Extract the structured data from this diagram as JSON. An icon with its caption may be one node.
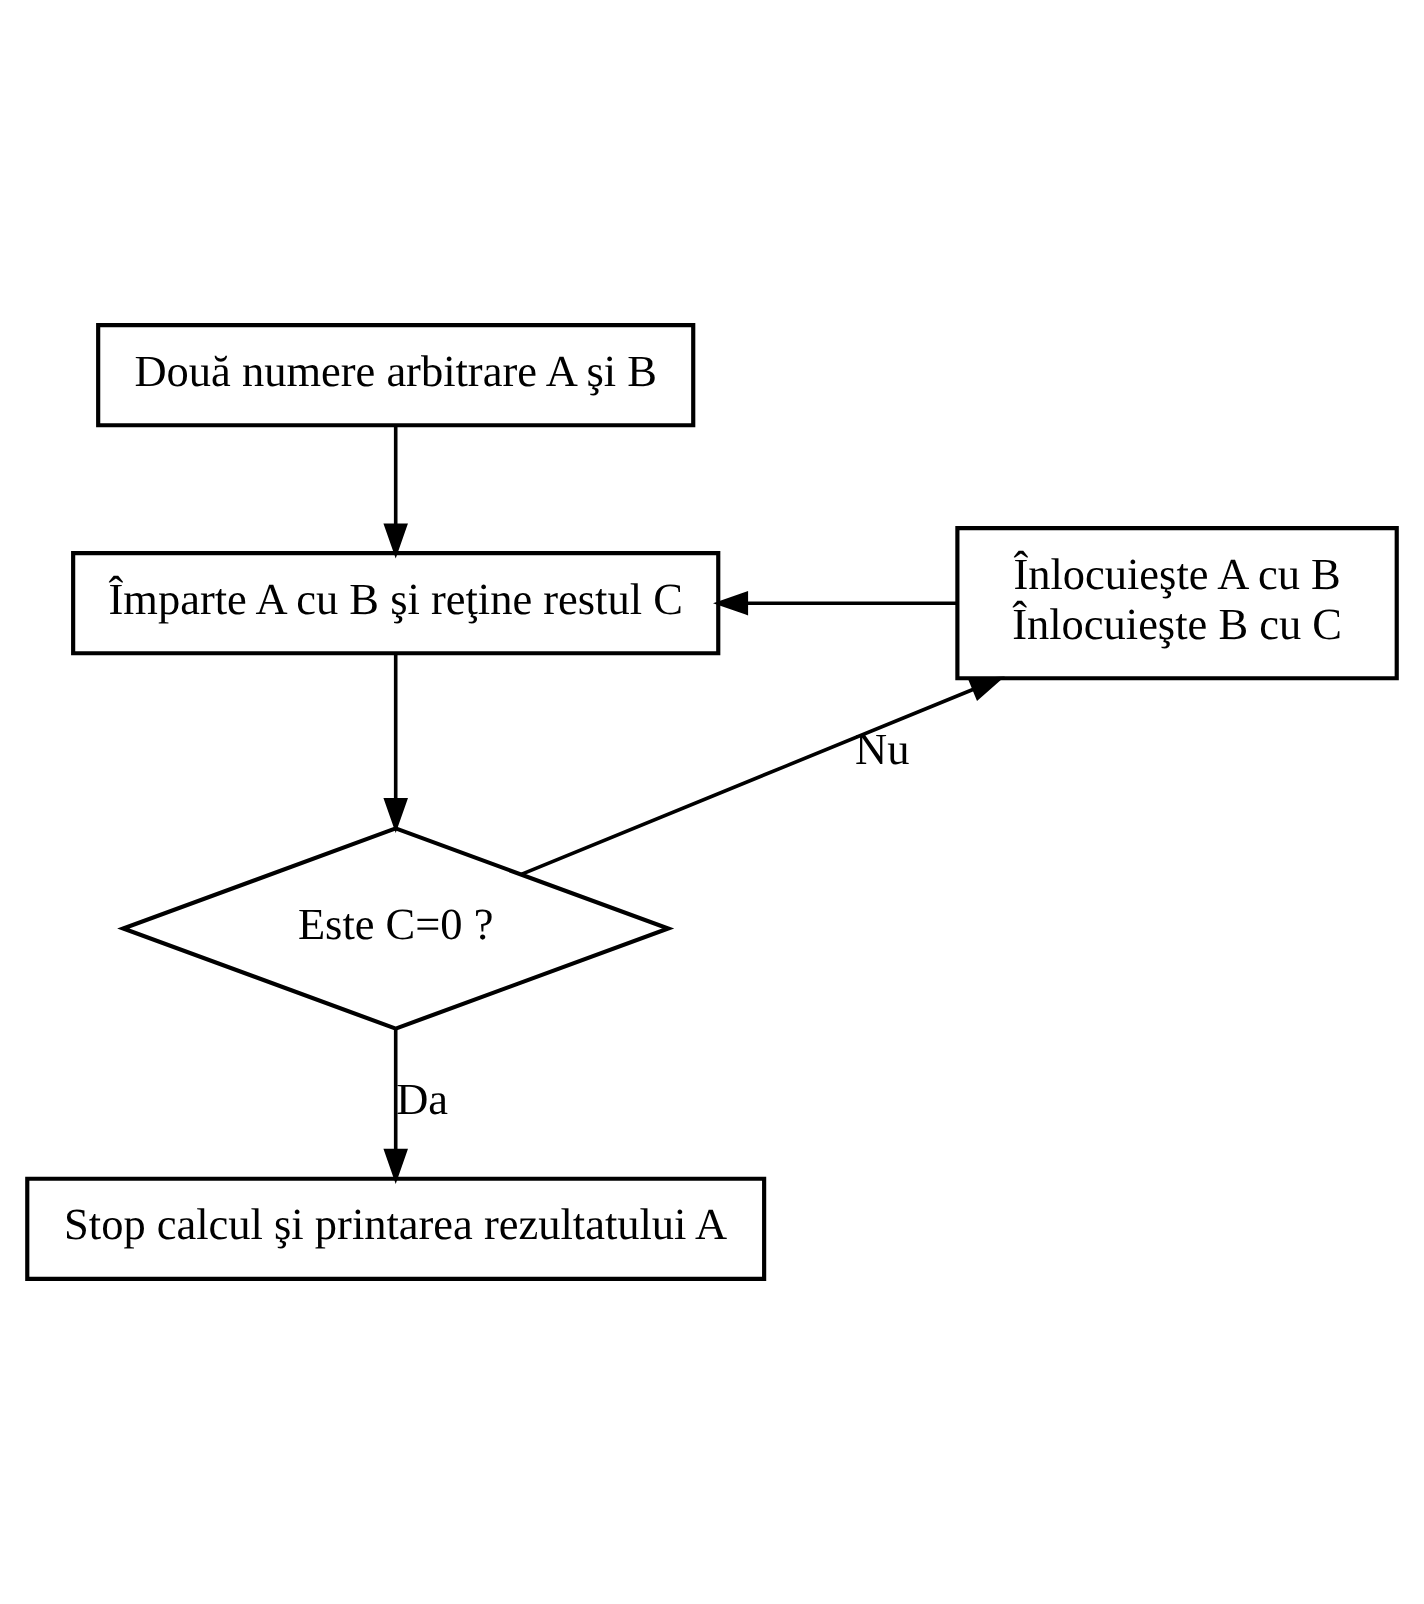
{
  "diagram": {
    "nodes": [
      {
        "text": [
          "Două numere arbitrare A şi B"
        ]
      },
      {
        "text": [
          "Împarte A cu B şi reţine restul C"
        ]
      },
      {
        "text": [
          "Este C=0 ?"
        ]
      },
      {
        "text": [
          "Înlocuieşte A cu B",
          "Înlocuieşte B cu C"
        ]
      },
      {
        "text": [
          "Stop calcul şi printarea rezultatului A"
        ]
      }
    ],
    "edges": [
      {
        "from": 0,
        "to": 1,
        "arrow": "to"
      },
      {
        "from": 1,
        "to": 2,
        "arrow": "to"
      },
      {
        "from": 2,
        "to": 3,
        "arrow": "to",
        "label": "Nu"
      },
      {
        "from": 3,
        "to": 1,
        "arrow": "to"
      },
      {
        "from": 2,
        "to": 4,
        "arrow": "to",
        "label": "Da"
      }
    ]
  }
}
